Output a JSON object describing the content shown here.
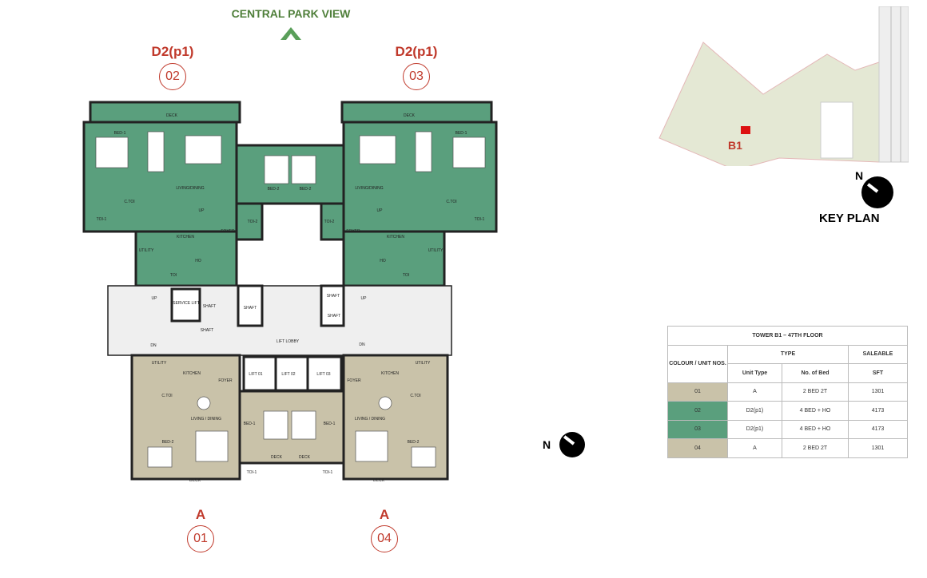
{
  "header": {
    "title": "CENTRAL PARK VIEW",
    "arrow_icon": "chevron-up-icon"
  },
  "units": [
    {
      "type": "D2(p1)",
      "number": "02"
    },
    {
      "type": "D2(p1)",
      "number": "03"
    },
    {
      "type": "A",
      "number": "01"
    },
    {
      "type": "A",
      "number": "04"
    }
  ],
  "colors": {
    "d2_unit": "#5a9f7d",
    "a_unit": "#c9c2a9",
    "unit_label": "#c0392b",
    "header": "#4f7f3a"
  },
  "rooms": [
    "DECK",
    "BED-1",
    "LIVING/DINING",
    "C.TOI",
    "TOI-1",
    "UP",
    "KITCHEN",
    "FOYER",
    "UTILITY",
    "HO",
    "TOI",
    "BED-2",
    "BED-2",
    "TOI-2",
    "TOI-2",
    "DECK",
    "BED-1",
    "LIVING/DINING",
    "C.TOI",
    "TOI-1",
    "UP",
    "KITCHEN",
    "FOYER",
    "UTILITY",
    "HO",
    "TOI",
    "UP",
    "SERVICE LIFT",
    "SHAFT",
    "SHAFT",
    "SHAFT",
    "SHAFT",
    "SHAFT",
    "UP",
    "LIFT LOBBY",
    "DN",
    "DN",
    "UTILITY",
    "KITCHEN",
    "FOYER",
    "LIFT 01",
    "LIFT 02",
    "LIFT 03",
    "FOYER",
    "KITCHEN",
    "UTILITY",
    "C.TOI",
    "C.TOI",
    "LIVING / DINING",
    "BED-1",
    "BED-1",
    "LIVING / DINING",
    "BED-2",
    "BED-2",
    "DECK",
    "DECK",
    "TOI-1",
    "TOI-1",
    "DECK",
    "DECK"
  ],
  "north": {
    "label": "N"
  },
  "key_plan": {
    "title": "KEY PLAN",
    "north": "N",
    "tower": "B1"
  },
  "table": {
    "title": "TOWER B1 – 47TH FLOOR",
    "col_unit": "COLOUR / UNIT NOS.",
    "col_type": "TYPE",
    "col_saleable": "SALEABLE",
    "sub_unit_type": "Unit Type",
    "sub_bed": "No. of Bed",
    "sub_sft": "SFT",
    "rows": [
      {
        "unit": "01",
        "type": "A",
        "bed": "2 BED  2T",
        "sft": "1301",
        "color": "beige"
      },
      {
        "unit": "02",
        "type": "D2(p1)",
        "bed": "4 BED + HO",
        "sft": "4173",
        "color": "green"
      },
      {
        "unit": "03",
        "type": "D2(p1)",
        "bed": "4 BED + HO",
        "sft": "4173",
        "color": "green"
      },
      {
        "unit": "04",
        "type": "A",
        "bed": "2 BED  2T",
        "sft": "1301",
        "color": "beige"
      }
    ]
  }
}
